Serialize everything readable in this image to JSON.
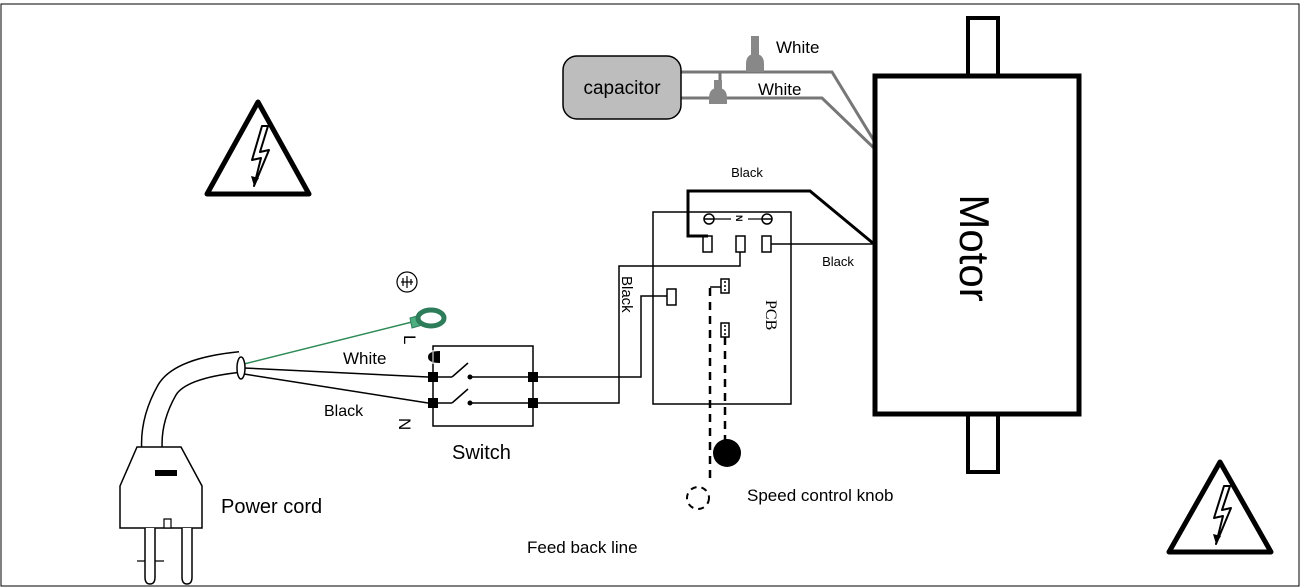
{
  "labels": {
    "capacitor": "capacitor",
    "white_top": "White",
    "white_bottom": "White",
    "black_top": "Black",
    "black_right": "Black",
    "black_vertical": "Black",
    "motor": "Motor",
    "pcb": "PCB",
    "pcb_n": "N",
    "white_cord": "White",
    "black_cord": "Black",
    "live_mark": "L",
    "neutral_mark": "N",
    "switch": "Switch",
    "power_cord": "Power cord",
    "speed_knob": "Speed control knob",
    "feedback": "Feed back line"
  },
  "colors": {
    "ground_wire": "#2e8b57",
    "ground_lug": "#4caf80",
    "capacitor_fill": "#bdbdbd",
    "capacitor_wire": "#777777"
  },
  "icons": [
    "high-voltage-warning-icon",
    "ground-symbol-icon"
  ]
}
